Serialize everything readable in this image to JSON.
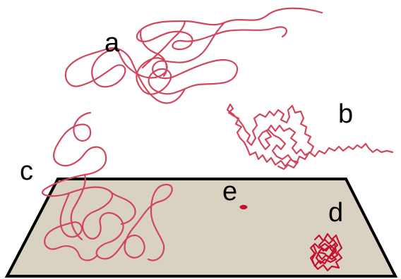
{
  "colors": {
    "polymer": "#d1465e",
    "polymer_dark": "#c8102e",
    "surface_fill": "#d9d2c3",
    "surface_edge": "#000000",
    "text": "#000000"
  },
  "labels": {
    "a": "a",
    "b": "b",
    "c": "c",
    "d": "d",
    "e": "e"
  }
}
